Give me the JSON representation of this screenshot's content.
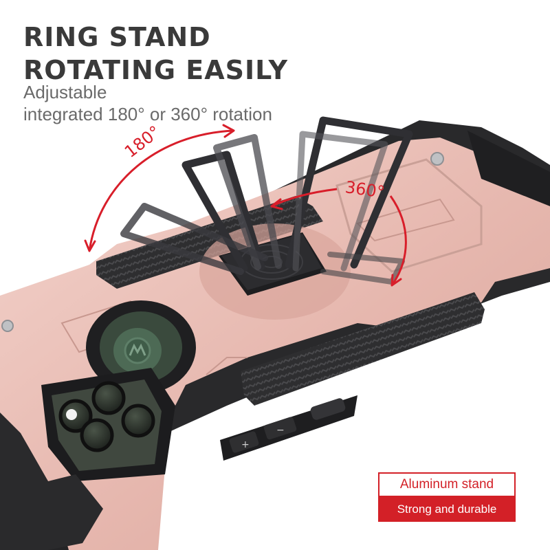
{
  "headline": {
    "line1": "RING STAND",
    "line2": "ROTATING EASILY"
  },
  "subtitle": {
    "line1": "Adjustable",
    "line2": "integrated 180° or 360° rotation"
  },
  "angles": {
    "left": "180°",
    "right": "360°"
  },
  "badge": {
    "top": "Aluminum stand",
    "bottom": "Strong and durable"
  },
  "colors": {
    "accent_red": "#d32027",
    "case_pink": "#e8bfb6",
    "bumper": "#2b2b2d",
    "text_dark": "#3a3a3a"
  }
}
